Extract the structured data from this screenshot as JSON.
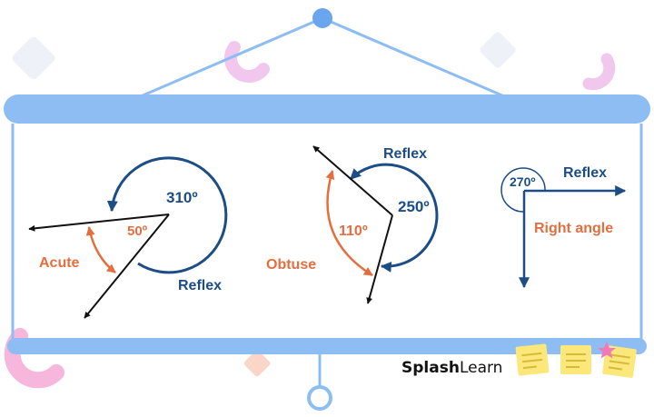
{
  "colors": {
    "rail": "#8ebdf3",
    "rail_dark": "#6aa6ee",
    "navy": "#1c4d86",
    "orange": "#e56e3f",
    "black": "#111111",
    "pink": "#f1c7ee",
    "pink_bright": "#f7b6dc",
    "peach": "#fad6c8",
    "note_yellow": "#fbe77a",
    "star_pink": "#f279b6",
    "diamond": "#eef1f7"
  },
  "icons": [
    "hanger-knob-icon",
    "pull-ring-icon",
    "sticky-note-icon",
    "star-icon"
  ],
  "diagram1": {
    "reflex_value": "310º",
    "acute_value": "50º",
    "acute_label": "Acute",
    "reflex_label": "Reflex"
  },
  "diagram2": {
    "reflex_label": "Reflex",
    "reflex_value": "250º",
    "obtuse_value": "110º",
    "obtuse_label": "Obtuse"
  },
  "diagram3": {
    "reflex_value": "270º",
    "reflex_label": "Reflex",
    "right_label": "Right angle"
  },
  "brand": {
    "part1": "Splash",
    "part2": "Learn"
  }
}
